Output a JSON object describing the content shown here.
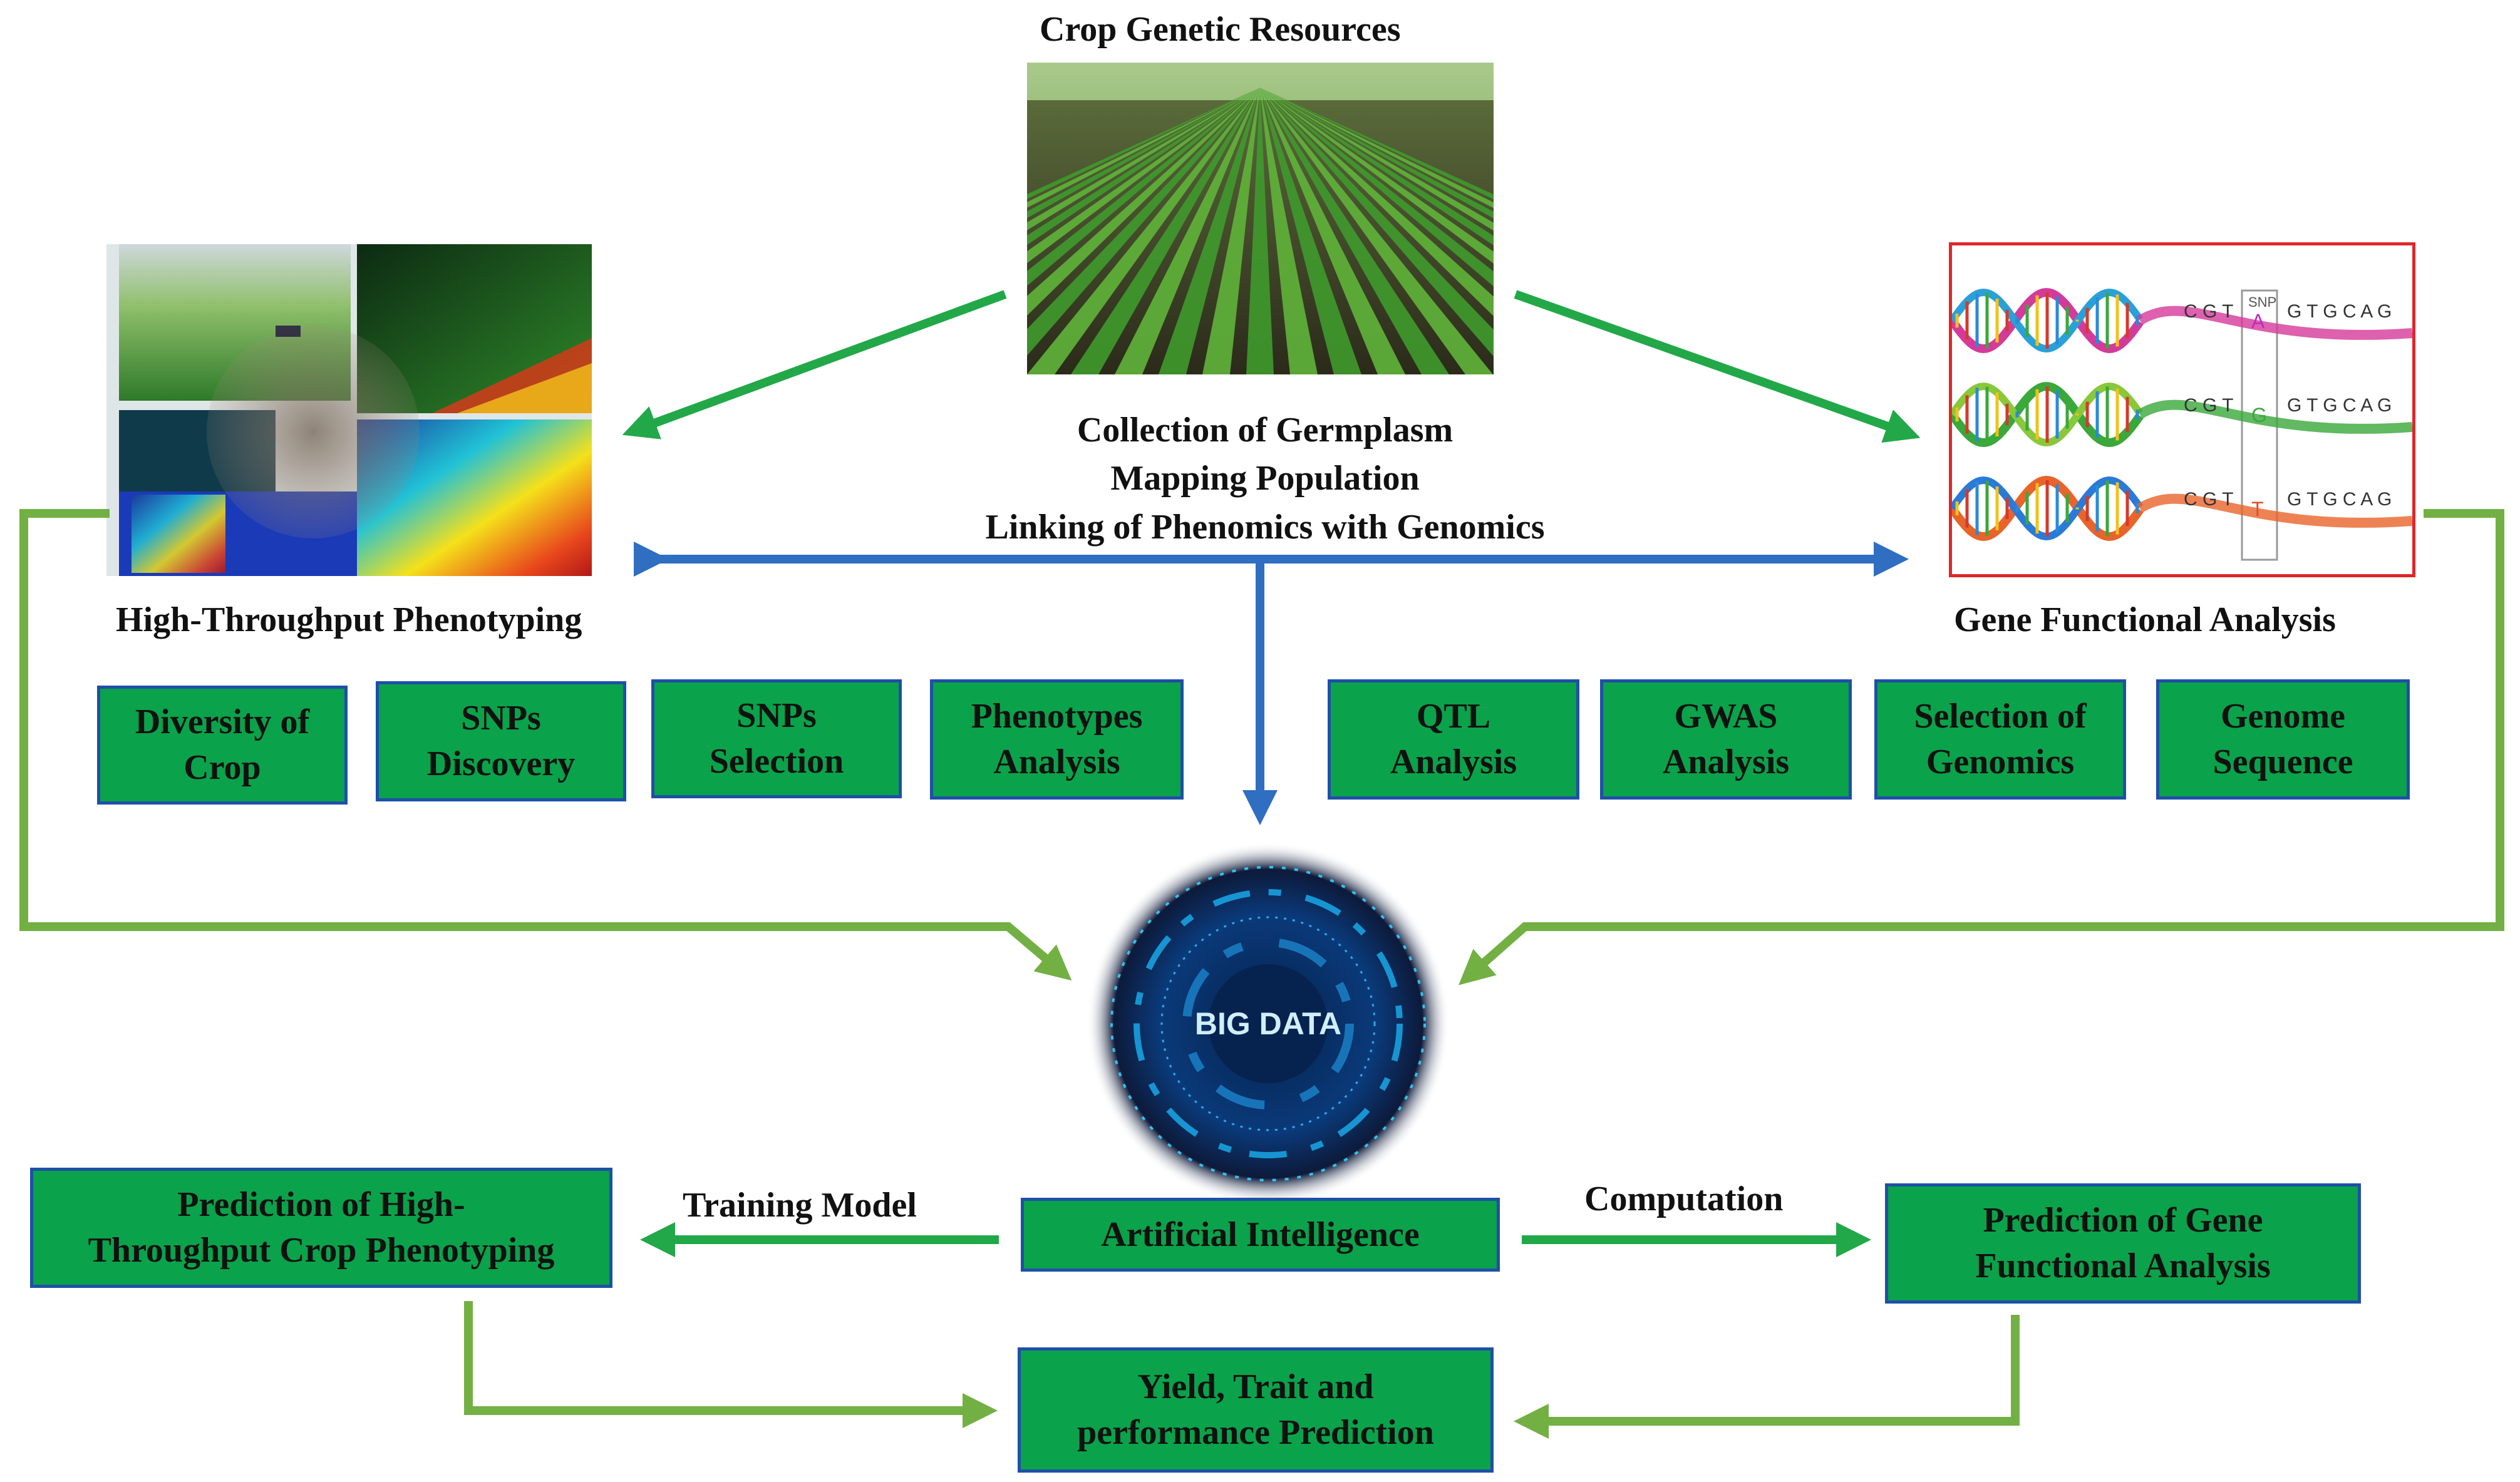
{
  "top": {
    "title": "Crop Genetic Resources"
  },
  "center_text": {
    "line1": "Collection of Germplasm",
    "line2": "Mapping Population",
    "line3": "Linking of Phenomics with Genomics"
  },
  "left_panel": {
    "title": "High-Throughput Phenotyping",
    "boxes": [
      {
        "l1": "Diversity of",
        "l2": "Crop"
      },
      {
        "l1": "SNPs",
        "l2": "Discovery"
      },
      {
        "l1": "SNPs",
        "l2": "Selection"
      },
      {
        "l1": "Phenotypes",
        "l2": "Analysis"
      }
    ]
  },
  "right_panel": {
    "title": "Gene Functional Analysis",
    "snp_label": "SNP",
    "strands": [
      {
        "seq_before": "C G T",
        "snp": "A",
        "seq_after": "G T G C A G",
        "snp_color": "#c02ac0"
      },
      {
        "seq_before": "C G T",
        "snp": "G",
        "seq_after": "G T G C A G",
        "snp_color": "#3aa83a"
      },
      {
        "seq_before": "C G T",
        "snp": "T",
        "seq_after": "G T G C A G",
        "snp_color": "#e0502a"
      }
    ],
    "boxes": [
      {
        "l1": "QTL",
        "l2": "Analysis"
      },
      {
        "l1": "GWAS",
        "l2": "Analysis"
      },
      {
        "l1": "Selection of",
        "l2": "Genomics"
      },
      {
        "l1": "Genome",
        "l2": "Sequence"
      }
    ]
  },
  "big_data": {
    "label": "BIG DATA"
  },
  "bottom": {
    "ai": "Artificial Intelligence",
    "training": "Training Model",
    "computation": "Computation",
    "pred_left": {
      "l1": "Prediction of High-",
      "l2": "Throughput Crop Phenotyping"
    },
    "pred_right": {
      "l1": "Prediction of Gene",
      "l2": "Functional Analysis"
    },
    "yield": {
      "l1": "Yield, Trait and",
      "l2": "performance Prediction"
    }
  },
  "colors": {
    "green_arrow": "#22a848",
    "olive_arrow": "#72b043",
    "blue_arrow": "#2f6ec1",
    "box_fill": "#0aa24a",
    "box_border": "#1f4fa8"
  }
}
